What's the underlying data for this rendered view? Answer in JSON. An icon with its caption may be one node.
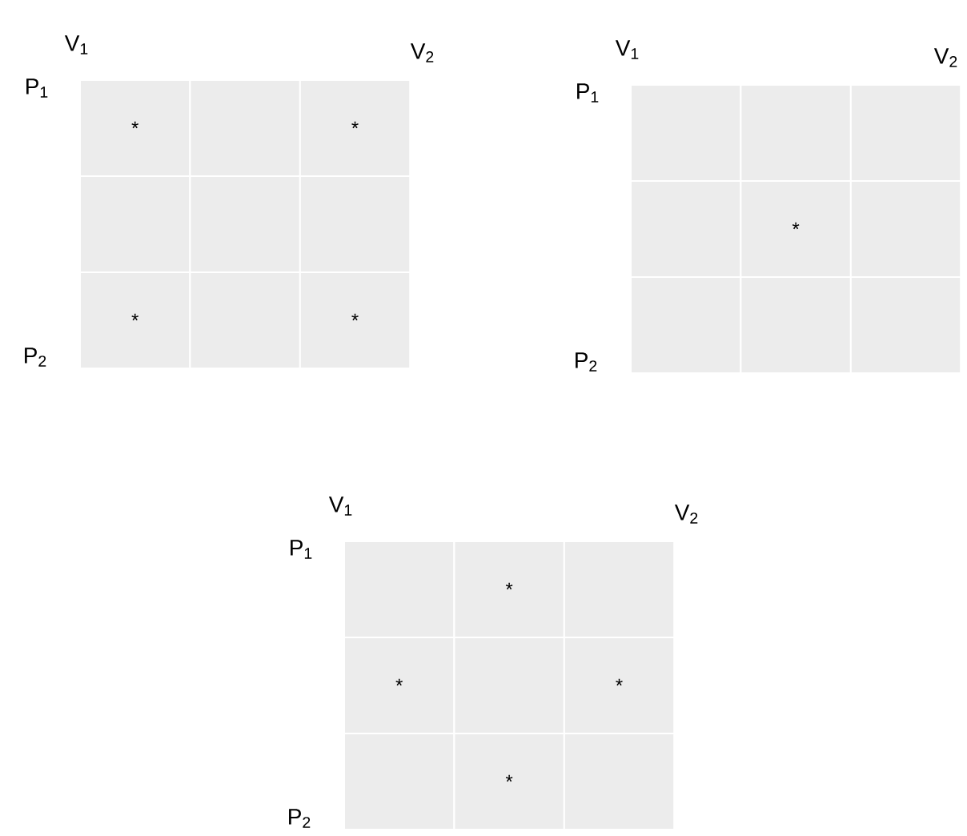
{
  "diagram": {
    "nodes": [
      {
        "text": [
          "*"
        ]
      },
      {
        "text": [],
        "shape": "box"
      },
      {
        "text": [
          "*"
        ]
      },
      {
        "text": [],
        "shape": "box"
      },
      {
        "text": [],
        "shape": "box"
      },
      {
        "text": [],
        "shape": "box"
      },
      {
        "text": [
          "*"
        ]
      },
      {
        "text": [],
        "shape": "box"
      },
      {
        "text": [
          "*"
        ]
      },
      {
        "text": [],
        "shape": "box"
      },
      {
        "text": [],
        "shape": "box"
      },
      {
        "text": [],
        "shape": "box"
      },
      {
        "text": [],
        "shape": "box"
      },
      {
        "text": [
          "*"
        ]
      },
      {
        "text": [],
        "shape": "box"
      },
      {
        "text": [],
        "shape": "box"
      },
      {
        "text": [],
        "shape": "box"
      },
      {
        "text": [],
        "shape": "box"
      },
      {
        "text": [],
        "shape": "box"
      },
      {
        "text": [
          "*"
        ]
      },
      {
        "text": [],
        "shape": "box"
      },
      {
        "text": [
          "*"
        ]
      },
      {
        "text": [],
        "shape": "box"
      },
      {
        "text": [
          "*"
        ]
      },
      {
        "text": [],
        "shape": "box"
      },
      {
        "text": [
          "*"
        ]
      },
      {
        "text": [],
        "shape": "box"
      }
    ],
    "labels": [
      "V$_{1}$",
      "V$_{2}$",
      "P$_{1}$",
      "P$_{2}$",
      "V$_{1}$",
      "V$_{2}$",
      "P$_{1}$",
      "P$_{2}$",
      "V$_{1}$",
      "V$_{2}$",
      "P$_{1}$",
      "P$_{2}$"
    ]
  }
}
